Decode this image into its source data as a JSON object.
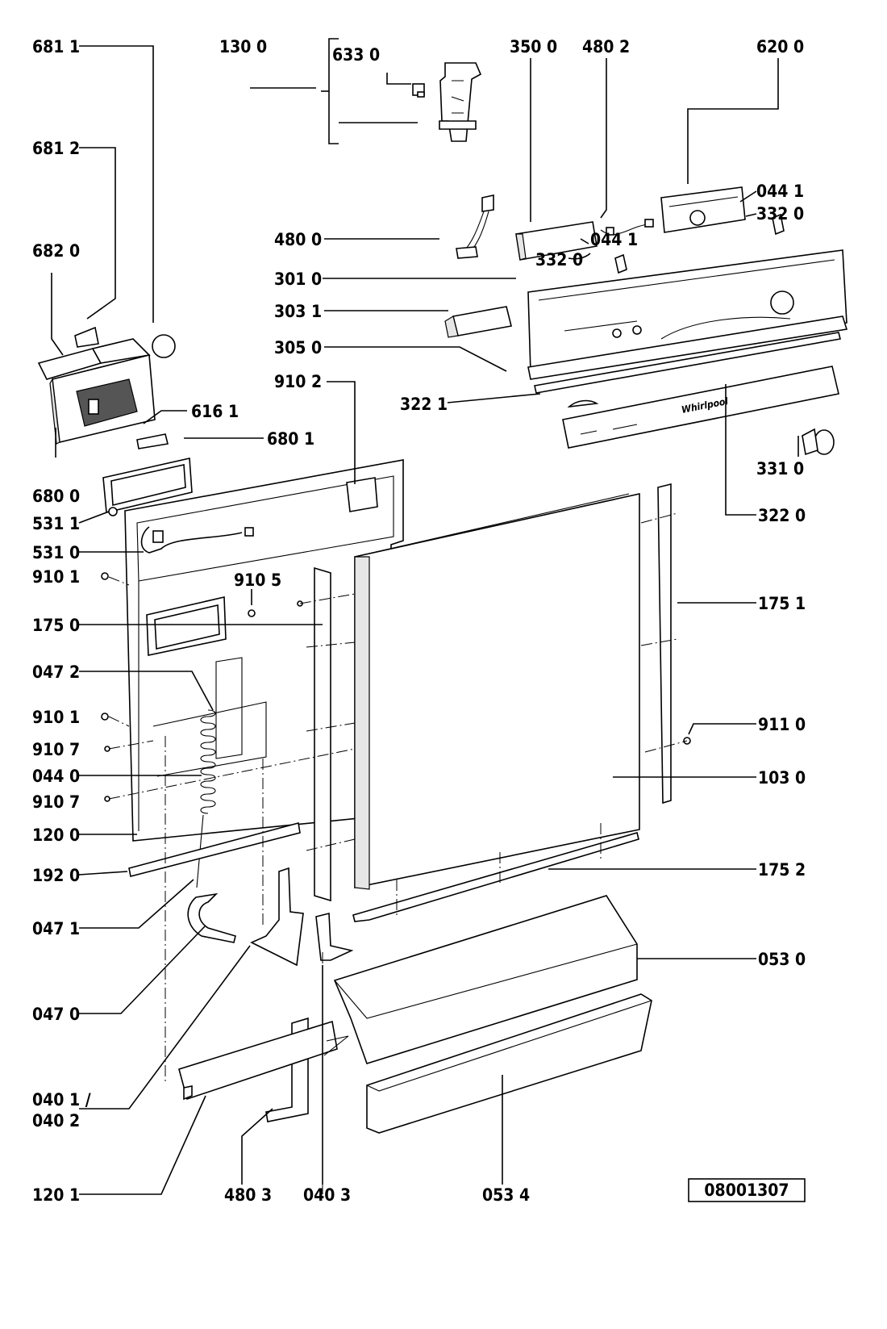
{
  "diagram_id": "08001307",
  "labels": {
    "l_681_1": "681 1",
    "l_130_0": "130 0",
    "l_633_0": "633 0",
    "l_350_0": "350 0",
    "l_480_2": "480 2",
    "l_620_0": "620 0",
    "l_681_2": "681 2",
    "l_044_1a": "044 1",
    "l_332_0a": "332 0",
    "l_480_0": "480 0",
    "l_044_1b": "044 1",
    "l_332_0b": "332 0",
    "l_682_0": "682 0",
    "l_301_0": "301 0",
    "l_303_1": "303 1",
    "l_305_0": "305 0",
    "l_910_2": "910 2",
    "l_322_1": "322 1",
    "l_616_1": "616 1",
    "l_680_1": "680 1",
    "l_331_0": "331 0",
    "l_680_0": "680 0",
    "l_322_0": "322 0",
    "l_531_1": "531 1",
    "l_531_0": "531 0",
    "l_910_1a": "910 1",
    "l_910_5": "910 5",
    "l_175_1": "175 1",
    "l_175_0": "175 0",
    "l_047_2": "047 2",
    "l_910_1b": "910 1",
    "l_911_0": "911 0",
    "l_910_7a": "910 7",
    "l_044_0": "044 0",
    "l_103_0": "103 0",
    "l_910_7b": "910 7",
    "l_120_0": "120 0",
    "l_192_0": "192 0",
    "l_175_2": "175 2",
    "l_047_1": "047 1",
    "l_053_0": "053 0",
    "l_047_0": "047 0",
    "l_040_1": "040 1 /",
    "l_040_2": "040 2",
    "l_120_1": "120 1",
    "l_480_3": "480 3",
    "l_040_3": "040 3",
    "l_053_4": "053 4"
  },
  "panel_text": {
    "brand": "Whirlpool"
  }
}
